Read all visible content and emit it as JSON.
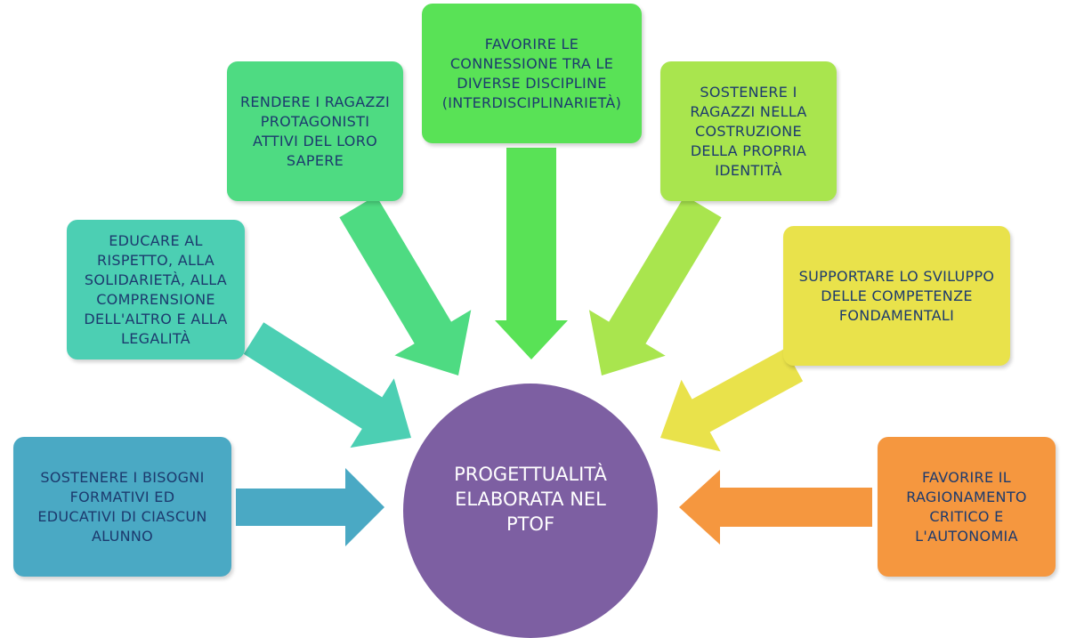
{
  "diagram": {
    "center": {
      "label": "PROGETTUALITÀ\nELABORATA NEL\nPTOF",
      "color": "#7d5fa2"
    },
    "goals": [
      {
        "label": "SOSTENERE I BISOGNI\nFORMATIVI ED\nEDUCATIVI DI CIASCUN\nALUNNO",
        "color": "#4aa9c4"
      },
      {
        "label": "EDUCARE AL\nRISPETTO, ALLA\nSOLIDARIETÀ, ALLA\nCOMPRENSIONE\nDELL'ALTRO E ALLA\nLEGALITÀ",
        "color": "#4ccfb3"
      },
      {
        "label": "RENDERE I RAGAZZI\nPROTAGONISTI\nATTIVI DEL LORO\nSAPERE",
        "color": "#4edb82"
      },
      {
        "label": "FAVORIRE LE\nCONNESSIONE TRA LE\nDIVERSE DISCIPLINE\n(INTERDISCIPLINARIETÀ)",
        "color": "#59e256"
      },
      {
        "label": "SOSTENERE I\nRAGAZZI NELLA\nCOSTRUZIONE\nDELLA PROPRIA\nIDENTITÀ",
        "color": "#a9e54e"
      },
      {
        "label": "SUPPORTARE LO SVILUPPO\nDELLE COMPETENZE\nFONDAMENTALI",
        "color": "#e9e24b"
      },
      {
        "label": "FAVORIRE IL\nRAGIONAMENTO\nCRITICO E\nL'AUTONOMIA",
        "color": "#f5973f"
      }
    ]
  }
}
